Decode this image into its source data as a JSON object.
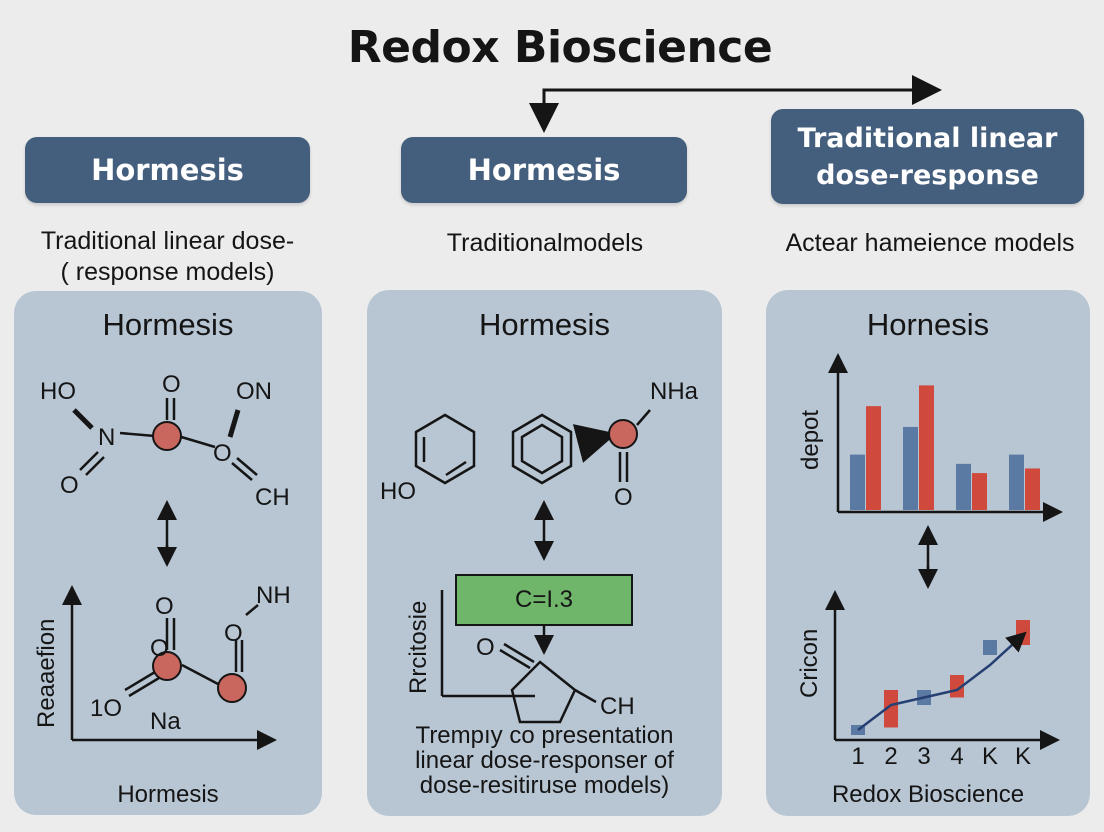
{
  "title": "Redox Bioscience",
  "columns": [
    {
      "header": "Hormesis",
      "subtitle_lines": [
        "Traditional linear dose-",
        "( response models)"
      ],
      "panel_title": "Hormesis",
      "atoms_top": [
        "HO",
        "O",
        "ON",
        "N",
        "O",
        "O",
        "CH"
      ],
      "y_label": "Reaaefion",
      "atoms_bottom": [
        "O",
        "NH",
        "O",
        "O",
        "1O",
        "Na"
      ],
      "caption": "Hormesis"
    },
    {
      "header": "Hormesis",
      "subtitle": "Traditionalmodels",
      "panel_title": "Hormesis",
      "atoms_top": [
        "HO",
        "NHa",
        "O"
      ],
      "box_label": "C=I.3",
      "y_label": "Rrcitosie",
      "atoms_bottom": [
        "O",
        "CH"
      ],
      "caption_lines": [
        "Trempıy co presentation",
        "linear dose-responser of",
        "dose-resitiruse models)"
      ]
    },
    {
      "header_lines": [
        "Traditional linear",
        "dose-response"
      ],
      "subtitle": "Actear hameience models",
      "panel_title": "Hornesis",
      "bar_y_label": "depot",
      "line_y_label": "Cricon",
      "x_ticks": [
        "1",
        "2",
        "3",
        "4",
        "K",
        "K"
      ],
      "caption": "Redox Bioscience"
    }
  ],
  "colors": {
    "background": "#ececec",
    "header": "#445e7d",
    "panel": "#b8c6d4",
    "accent_red": "#cf4a3c",
    "accent_blue": "#5a7aa4",
    "atom": "#c9675e",
    "box_green": "#6fb56a"
  },
  "chart_data": [
    {
      "type": "bar",
      "categories": [
        "",
        "",
        "",
        ""
      ],
      "series": [
        {
          "values": [
            2.4,
            3.6,
            2.0,
            2.4
          ]
        },
        {
          "values": [
            4.5,
            5.4,
            1.6,
            1.8
          ]
        }
      ],
      "ylabel": "depot",
      "ylim": [
        0,
        6.5
      ]
    },
    {
      "type": "line",
      "x": [
        "1",
        "2",
        "3",
        "4",
        "K",
        "K"
      ],
      "series": [
        {
          "values": [
            0.2,
            1.2,
            1.5,
            1.8,
            2.8,
            4.0
          ]
        }
      ],
      "markers": [
        {
          "x": 1,
          "low": 0.0,
          "high": 0.4,
          "color": "blue"
        },
        {
          "x": 2,
          "low": 0.3,
          "high": 1.8,
          "color": "red"
        },
        {
          "x": 3,
          "low": 1.2,
          "high": 1.8,
          "color": "blue"
        },
        {
          "x": 4,
          "low": 1.5,
          "high": 2.4,
          "color": "red"
        },
        {
          "x": 5,
          "low": 3.2,
          "high": 3.8,
          "color": "blue"
        },
        {
          "x": 6,
          "low": 3.6,
          "high": 4.6,
          "color": "red"
        }
      ],
      "ylabel": "Cricon",
      "ylim": [
        0,
        5
      ]
    }
  ]
}
